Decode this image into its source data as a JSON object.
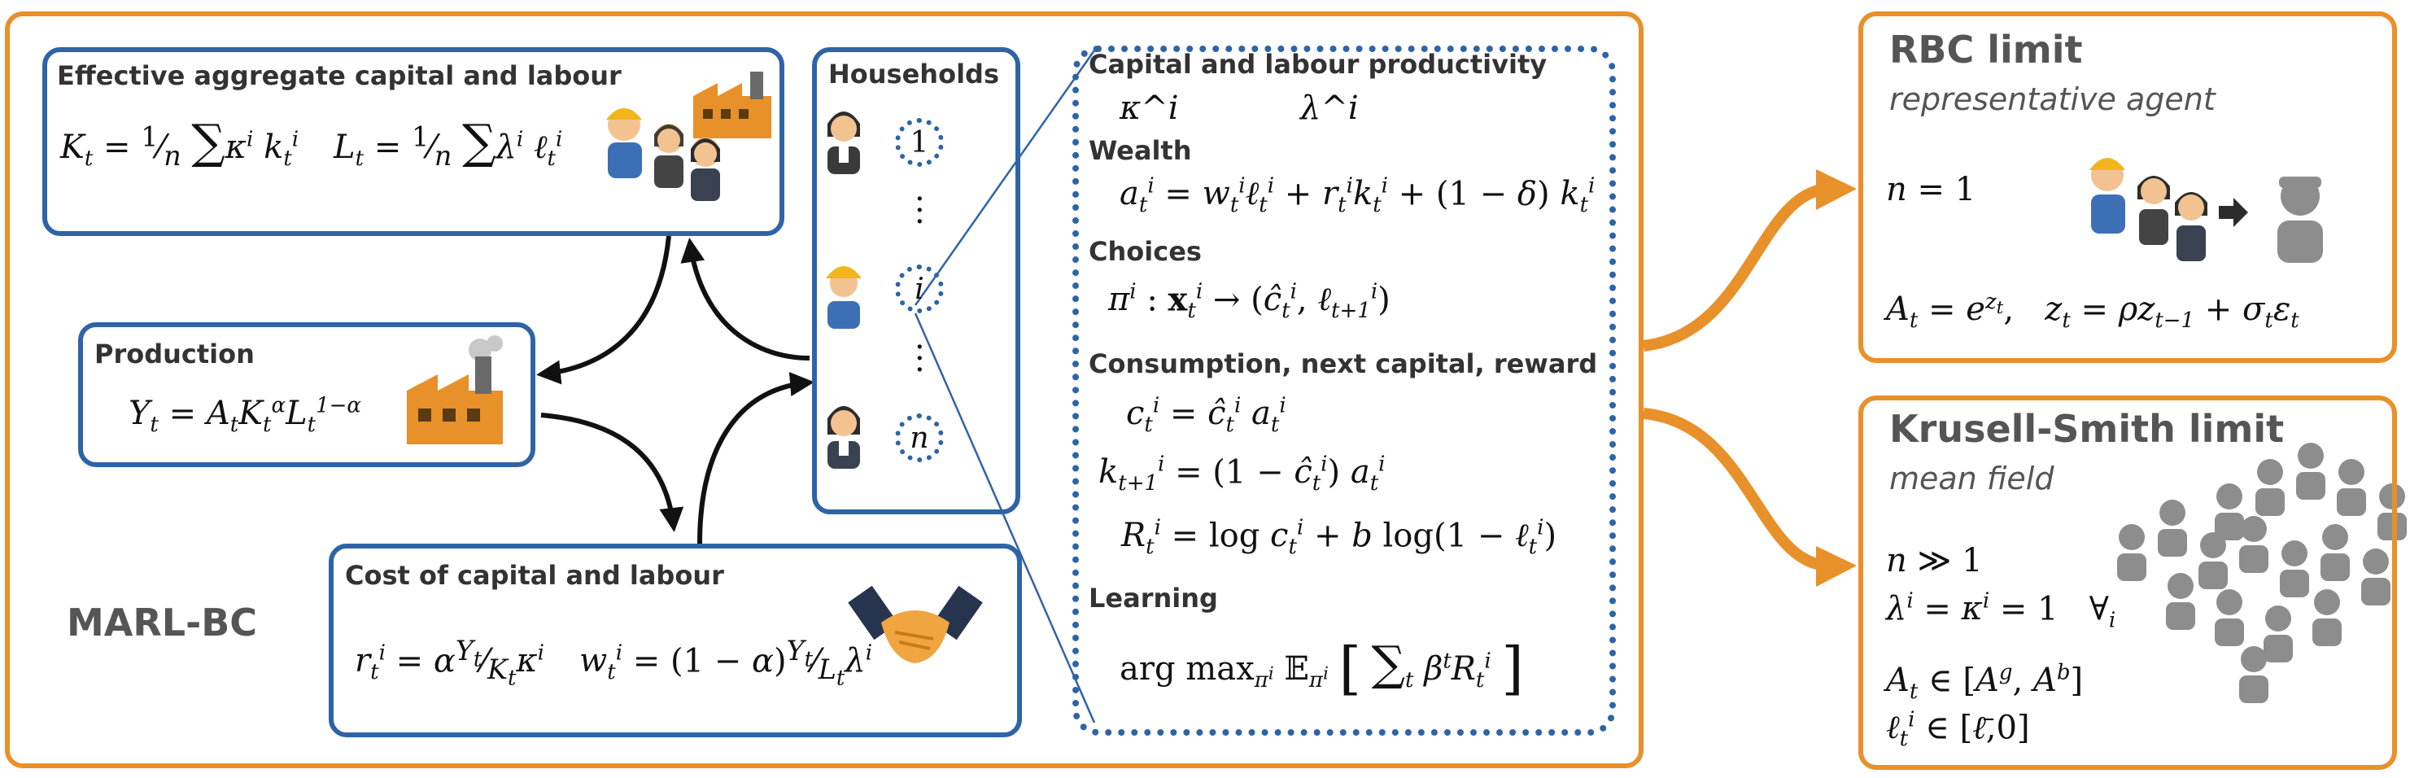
{
  "colors": {
    "orange": "#e8902a",
    "blue": "#2e64a6",
    "gray": "#8d8d8d"
  },
  "marl": {
    "label": "MARL-BC",
    "effective": {
      "heading": "Effective aggregate capital and labour",
      "eq_K": "K_t = (1/n) Σ_{i=1}^{n} κ^i k_t^i",
      "eq_L": "L_t = (1/n) Σ_{i=1}^{n} λ^i ℓ_t^i"
    },
    "production": {
      "heading": "Production",
      "eq": "Y_t = A_t K_t^α L_t^{1−α}"
    },
    "cost": {
      "heading": "Cost of capital and labour",
      "eq_r": "r_t^i = α (Y_t/K_t) κ^i",
      "eq_w": "w_t^i = (1 − α) (Y_t/L_t) λ^i"
    },
    "households": {
      "heading": "Households",
      "agents": [
        "1",
        "i",
        "n"
      ]
    },
    "detail": {
      "productivity_heading": "Capital and labour productivity",
      "productivity_vars": [
        "κ^i",
        "λ^i"
      ],
      "wealth_heading": "Wealth",
      "wealth_eq": "a_t^i = w_t^i ℓ_t^i + r_t^i k_t^i + (1 − δ) k_t^i",
      "choices_heading": "Choices",
      "choices_eq": "π^i : x_t^i → (ĉ_t^i, ℓ_{t+1}^i)",
      "consumption_heading": "Consumption, next capital, reward",
      "consumption_eq": "c_t^i = ĉ_t^i a_t^i",
      "capital_eq": "k_{t+1}^i = (1 − ĉ_t^i) a_t^i",
      "reward_eq": "R_t^i = log c_t^i + b log(1 − ℓ_t^i)",
      "learning_heading": "Learning",
      "learning_eq": "arg max_{π^i} E_{π^i} [ Σ_t β^t R_t^i ]"
    }
  },
  "rbc": {
    "title": "RBC limit",
    "subtitle": "representative agent",
    "n_eq": "n = 1",
    "tfp_eq": "A_t = e^{z_t},   z_t = ρ z_{t−1} + σ_t ε_t"
  },
  "ks": {
    "title": "Krusell-Smith limit",
    "subtitle": "mean field",
    "n_eq": "n ≫ 1",
    "lambda_eq": "λ^i = κ^i = 1   ∀_i",
    "A_eq": "A_t ∈ [A^g, A^b]",
    "ell_eq": "ℓ_t^i ∈ [ℓ̄, 0]"
  }
}
